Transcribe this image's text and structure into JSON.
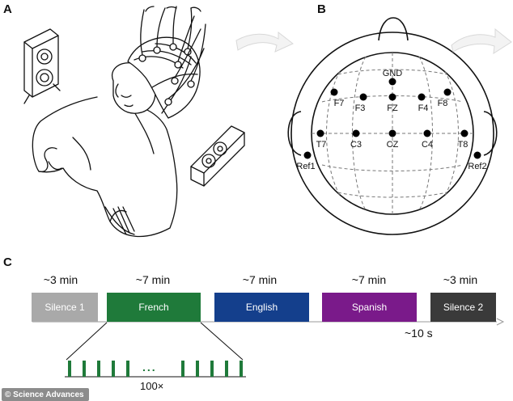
{
  "panels": {
    "a": "A",
    "b": "B",
    "c": "C"
  },
  "electrodes": {
    "gnd": "GND",
    "f7": "F7",
    "f3": "F3",
    "fz": "FZ",
    "f4": "F4",
    "f8": "F8",
    "t7": "T7",
    "c3": "C3",
    "cz": "CZ",
    "c4": "C4",
    "t8": "T8",
    "ref1": "Ref1",
    "ref2": "Ref2"
  },
  "timeline": {
    "blocks": [
      {
        "duration": "~3 min",
        "label": "Silence 1",
        "color": "#a9a9a9"
      },
      {
        "duration": "~7 min",
        "label": "French",
        "color": "#1f7a3a"
      },
      {
        "duration": "~7 min",
        "label": "English",
        "color": "#143f8c"
      },
      {
        "duration": "~7 min",
        "label": "Spanish",
        "color": "#7a1a8a"
      },
      {
        "duration": "~3 min",
        "label": "Silence 2",
        "color": "#3a3a3a"
      }
    ],
    "interval": "~10 s",
    "ellipsis": "...",
    "repeat": "100×",
    "pulse_color": "#1f7a3a"
  },
  "watermark": "© Science Advances"
}
